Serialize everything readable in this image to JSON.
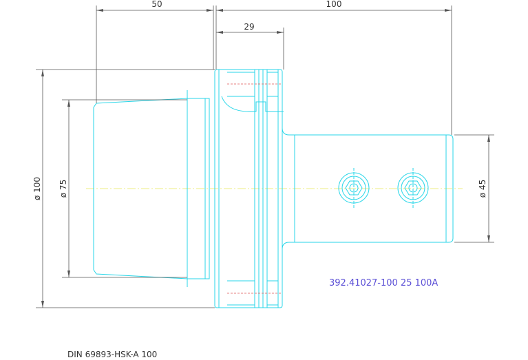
{
  "dimensions": {
    "len_50": "50",
    "len_100": "100",
    "len_29": "29",
    "dia_100": "ø 100",
    "dia_75": "ø 75",
    "dia_45": "ø 45"
  },
  "part_number": "392.41027-100 25 100A",
  "standard": "DIN 69893-HSK-A 100",
  "colors": {
    "outline": "#27d6e8",
    "dimension": "#555555",
    "hidden": "#e05a5a",
    "centerline": "#e8e85a",
    "part_number": "#5b4fd6"
  }
}
